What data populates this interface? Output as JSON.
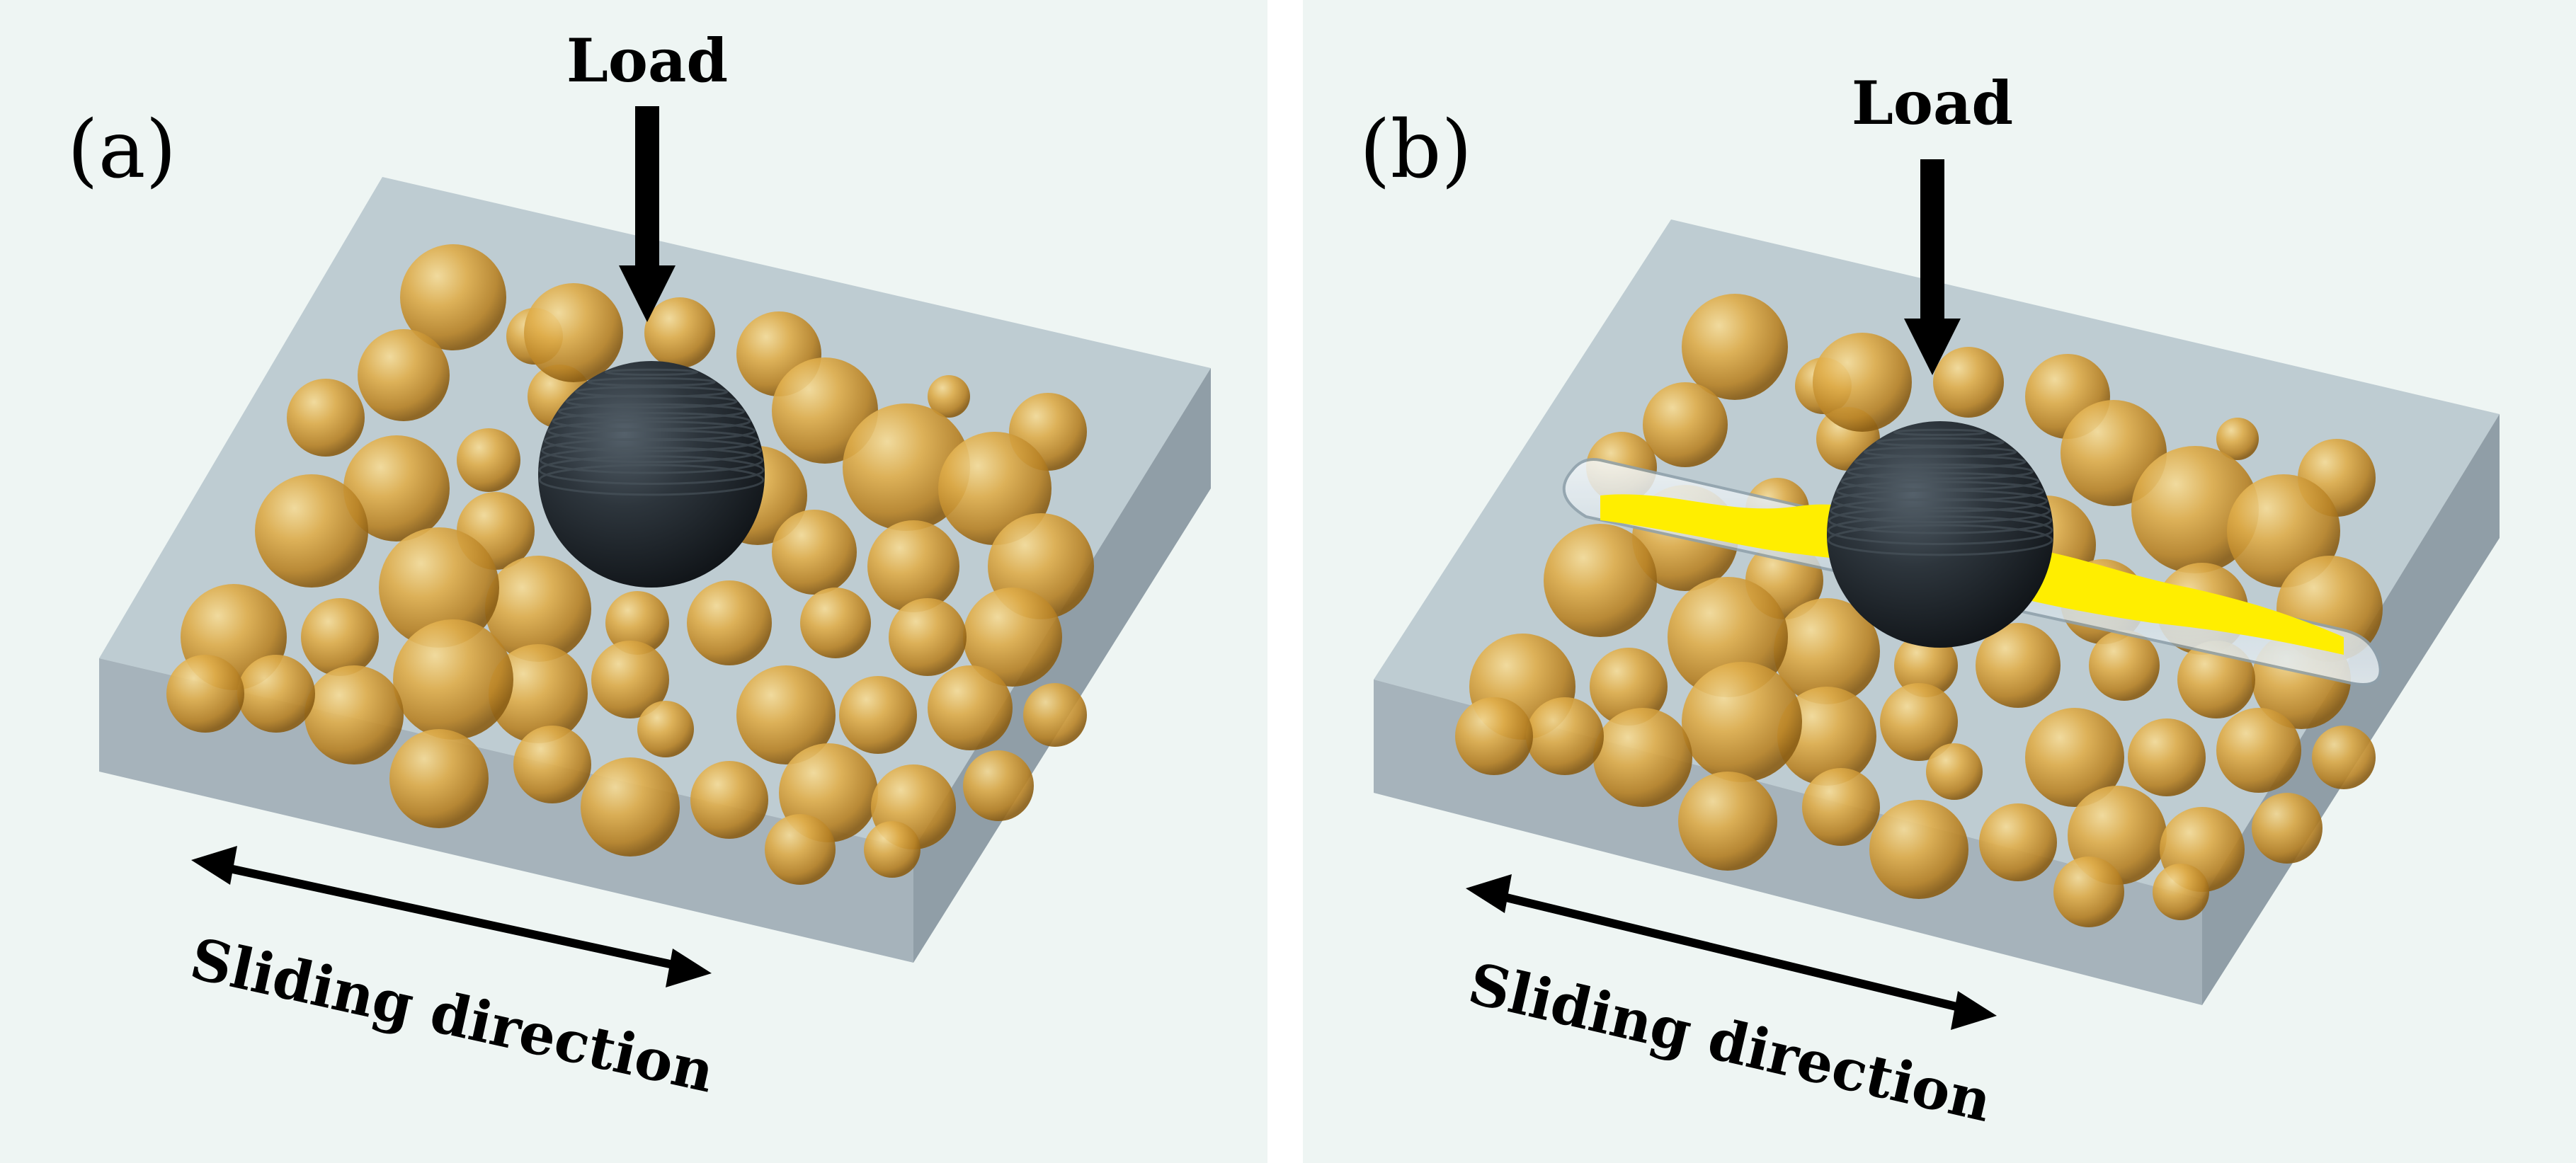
{
  "panels": [
    {
      "label": "(a)",
      "load_label": "Load",
      "direction_label": "Sliding direction"
    },
    {
      "label": "(b)",
      "load_label": "Load",
      "direction_label": "Sliding direction"
    }
  ],
  "colors": {
    "panel_background": "#eef5f3",
    "matrix_top": "#a9b9c4",
    "matrix_side": "#8d9ba6",
    "particle": "#d9a13b",
    "ball": "#2a3137",
    "wear_track": "#c9d6de",
    "debris": "#ffee00",
    "arrow": "#000000"
  },
  "icons": {
    "load": "down-arrow-icon",
    "sliding": "double-arrow-icon"
  }
}
